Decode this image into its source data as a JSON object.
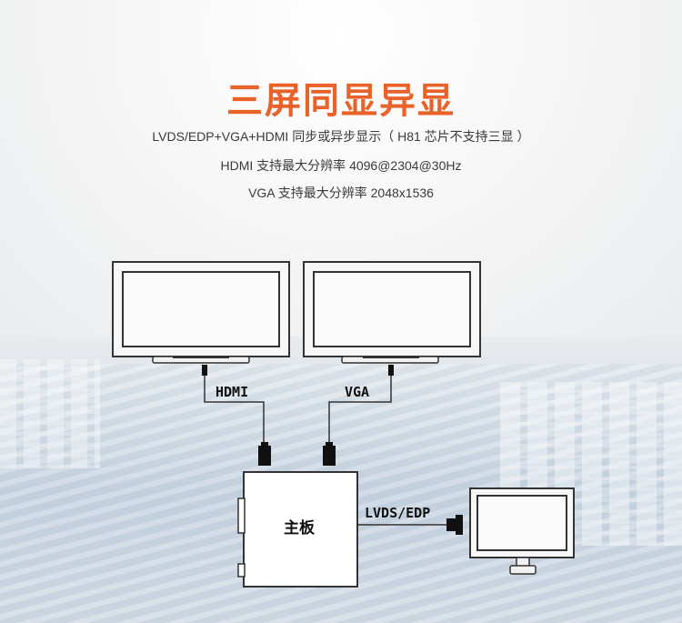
{
  "title": "三屏同显异显",
  "lines": [
    "LVDS/EDP+VGA+HDMI 同步或异步显示（ H81 芯片不支持三显 ）",
    "HDMI 支持最大分辨率 4096@2304@30Hz",
    "VGA 支持最大分辨率 2048x1536"
  ],
  "labels": {
    "hdmi": "HDMI",
    "vga": "VGA",
    "board": "主板",
    "lvds": "LVDS/EDP"
  }
}
